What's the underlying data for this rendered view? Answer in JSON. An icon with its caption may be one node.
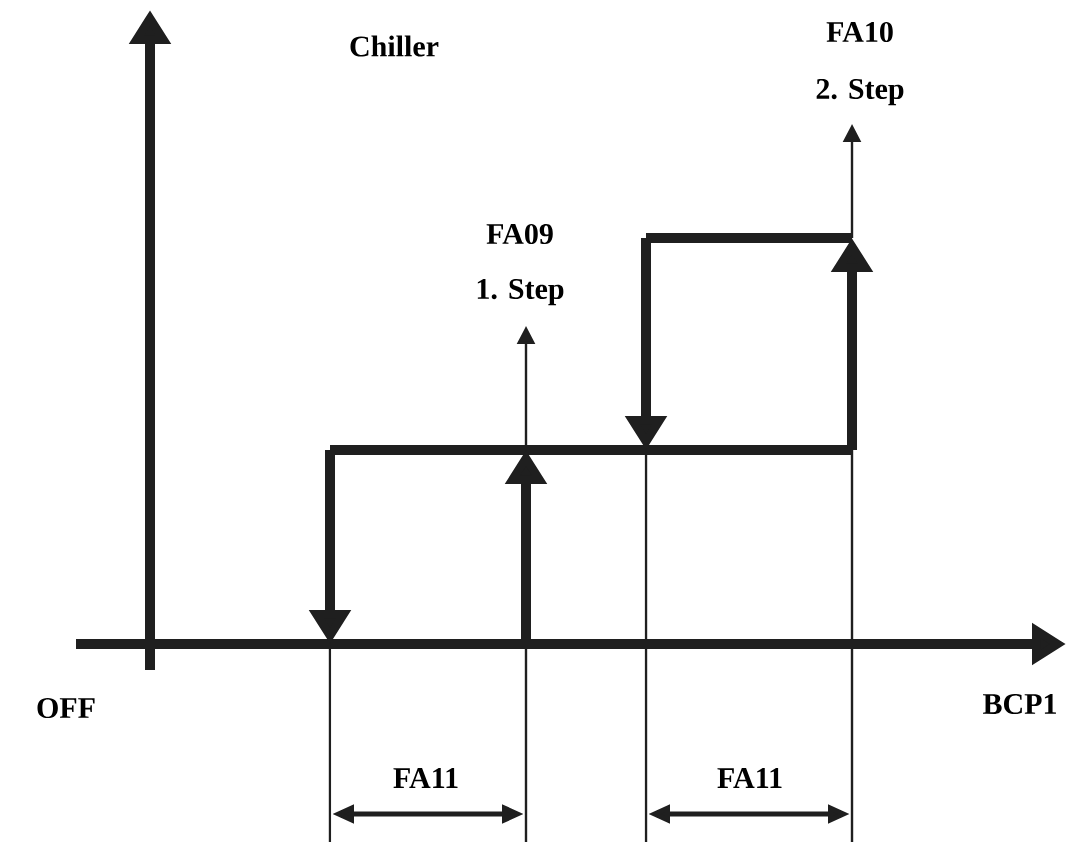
{
  "diagram": {
    "labels": [
      "Chiller",
      "FA10",
      "2. Step",
      "FA09",
      "1. Step",
      "OFF",
      "BCP1",
      "FA11",
      "FA11"
    ]
  }
}
